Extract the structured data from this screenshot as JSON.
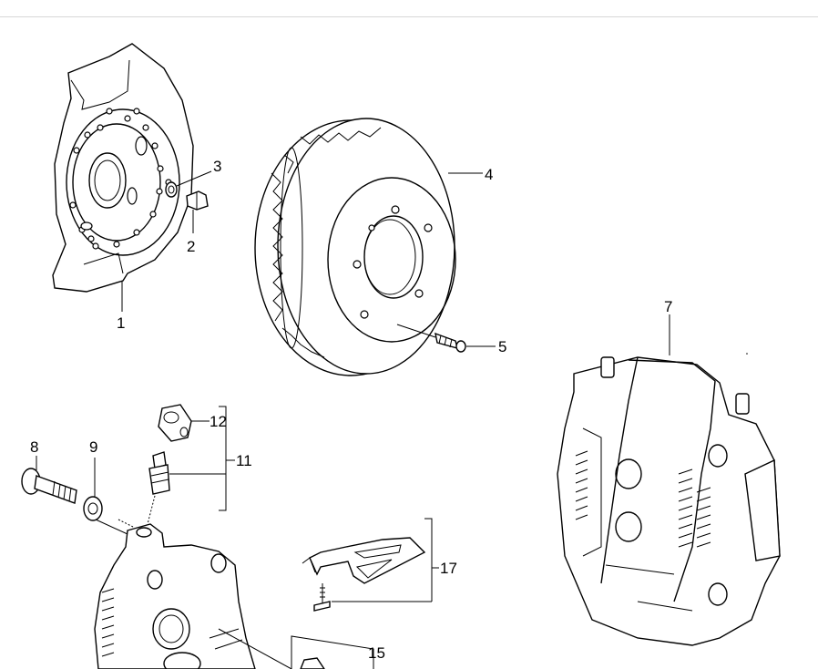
{
  "callouts": {
    "c1": "1",
    "c2": "2",
    "c3": "3",
    "c4": "4",
    "c5": "5",
    "c7": "7",
    "c8": "8",
    "c9": "9",
    "c11": "11",
    "c12": "12",
    "c15": "15",
    "c17": "17"
  },
  "icons": [
    "splash-shield",
    "brake-disc",
    "bolt",
    "washer",
    "brake-caliper",
    "bleeder-valve",
    "cap",
    "retaining-spring",
    "caliper-housing"
  ]
}
